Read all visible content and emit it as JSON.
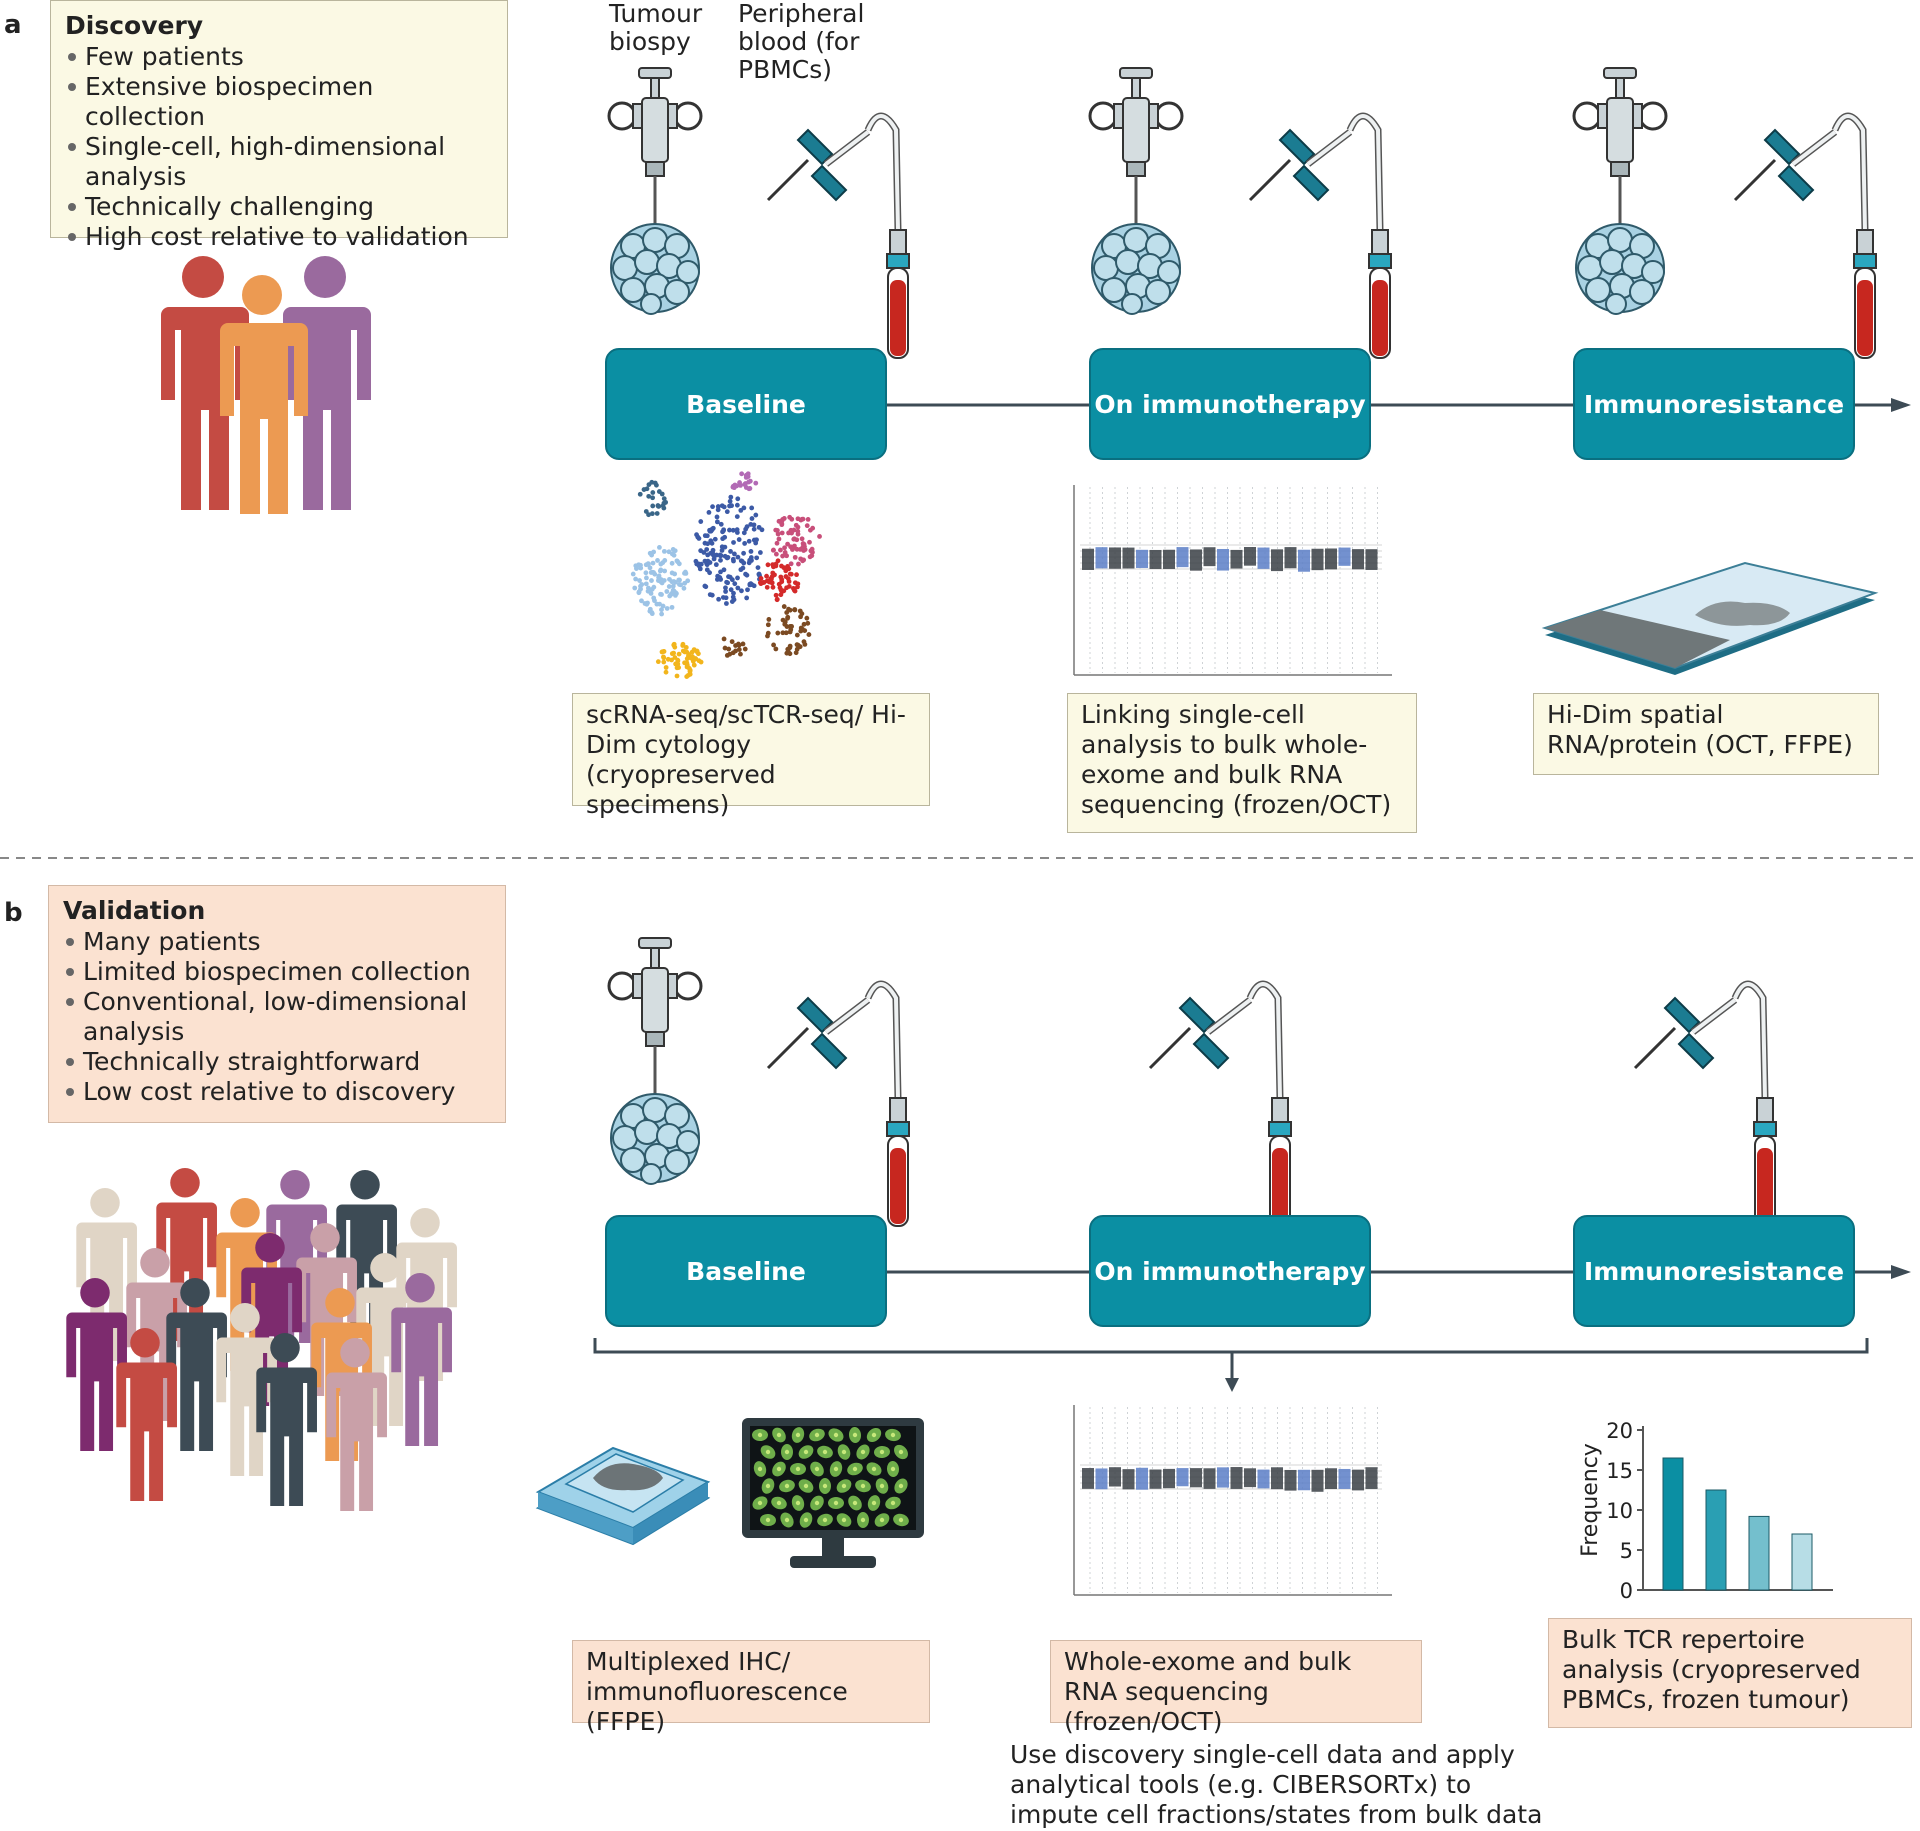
{
  "panel_a": {
    "letter": "a",
    "title": "Discovery",
    "bullets": [
      "Few patients",
      "Extensive biospecimen collection",
      "Single-cell, high-dimensional analysis",
      "Technically challenging",
      "High cost relative to validation"
    ],
    "labels": {
      "tumour_biopsy": "Tumour biospy",
      "peripheral_blood": "Peripheral blood (for PBMCs)"
    },
    "stages": [
      "Baseline",
      "On immunotherapy",
      "Immunoresistance"
    ],
    "captions": [
      "scRNA-seq/scTCR-seq/ Hi-Dim cytology (cryopreserved specimens)",
      "Linking single-cell analysis to bulk whole-exome and bulk RNA sequencing (frozen/OCT)",
      "Hi-Dim spatial RNA/protein (OCT, FFPE)"
    ]
  },
  "panel_b": {
    "letter": "b",
    "title": "Validation",
    "bullets": [
      "Many patients",
      "Limited biospecimen collection",
      "Conventional, low-dimensional analysis",
      "Technically straightforward",
      "Low cost relative to discovery"
    ],
    "stages": [
      "Baseline",
      "On immunotherapy",
      "Immunoresistance"
    ],
    "captions": [
      "Multiplexed IHC/ immunofluorescence (FFPE)",
      "Whole-exome and bulk RNA sequencing (frozen/OCT)",
      "Bulk TCR repertoire analysis (cryopreserved PBMCs, frozen tumour)"
    ],
    "note": "Use discovery single-cell data and apply analytical tools (e.g. CIBERSORTx) to impute cell fractions/states from bulk data"
  },
  "chart_data": {
    "type": "bar",
    "ylabel": "Frequency",
    "ylim": [
      0,
      20
    ],
    "yticks": [
      "0",
      "5",
      "10",
      "15",
      "20"
    ],
    "values": [
      16.5,
      12.5,
      9.2,
      7.0
    ],
    "colors": [
      "#0b8fa3",
      "#2a9fb3",
      "#74bfcd",
      "#b7dde6"
    ]
  },
  "colors": {
    "stage_fill": "#0b8fa3",
    "discovery_box": "#fbf9e4",
    "validation_box": "#fbe2d1",
    "timeline": "#3d4b55"
  }
}
